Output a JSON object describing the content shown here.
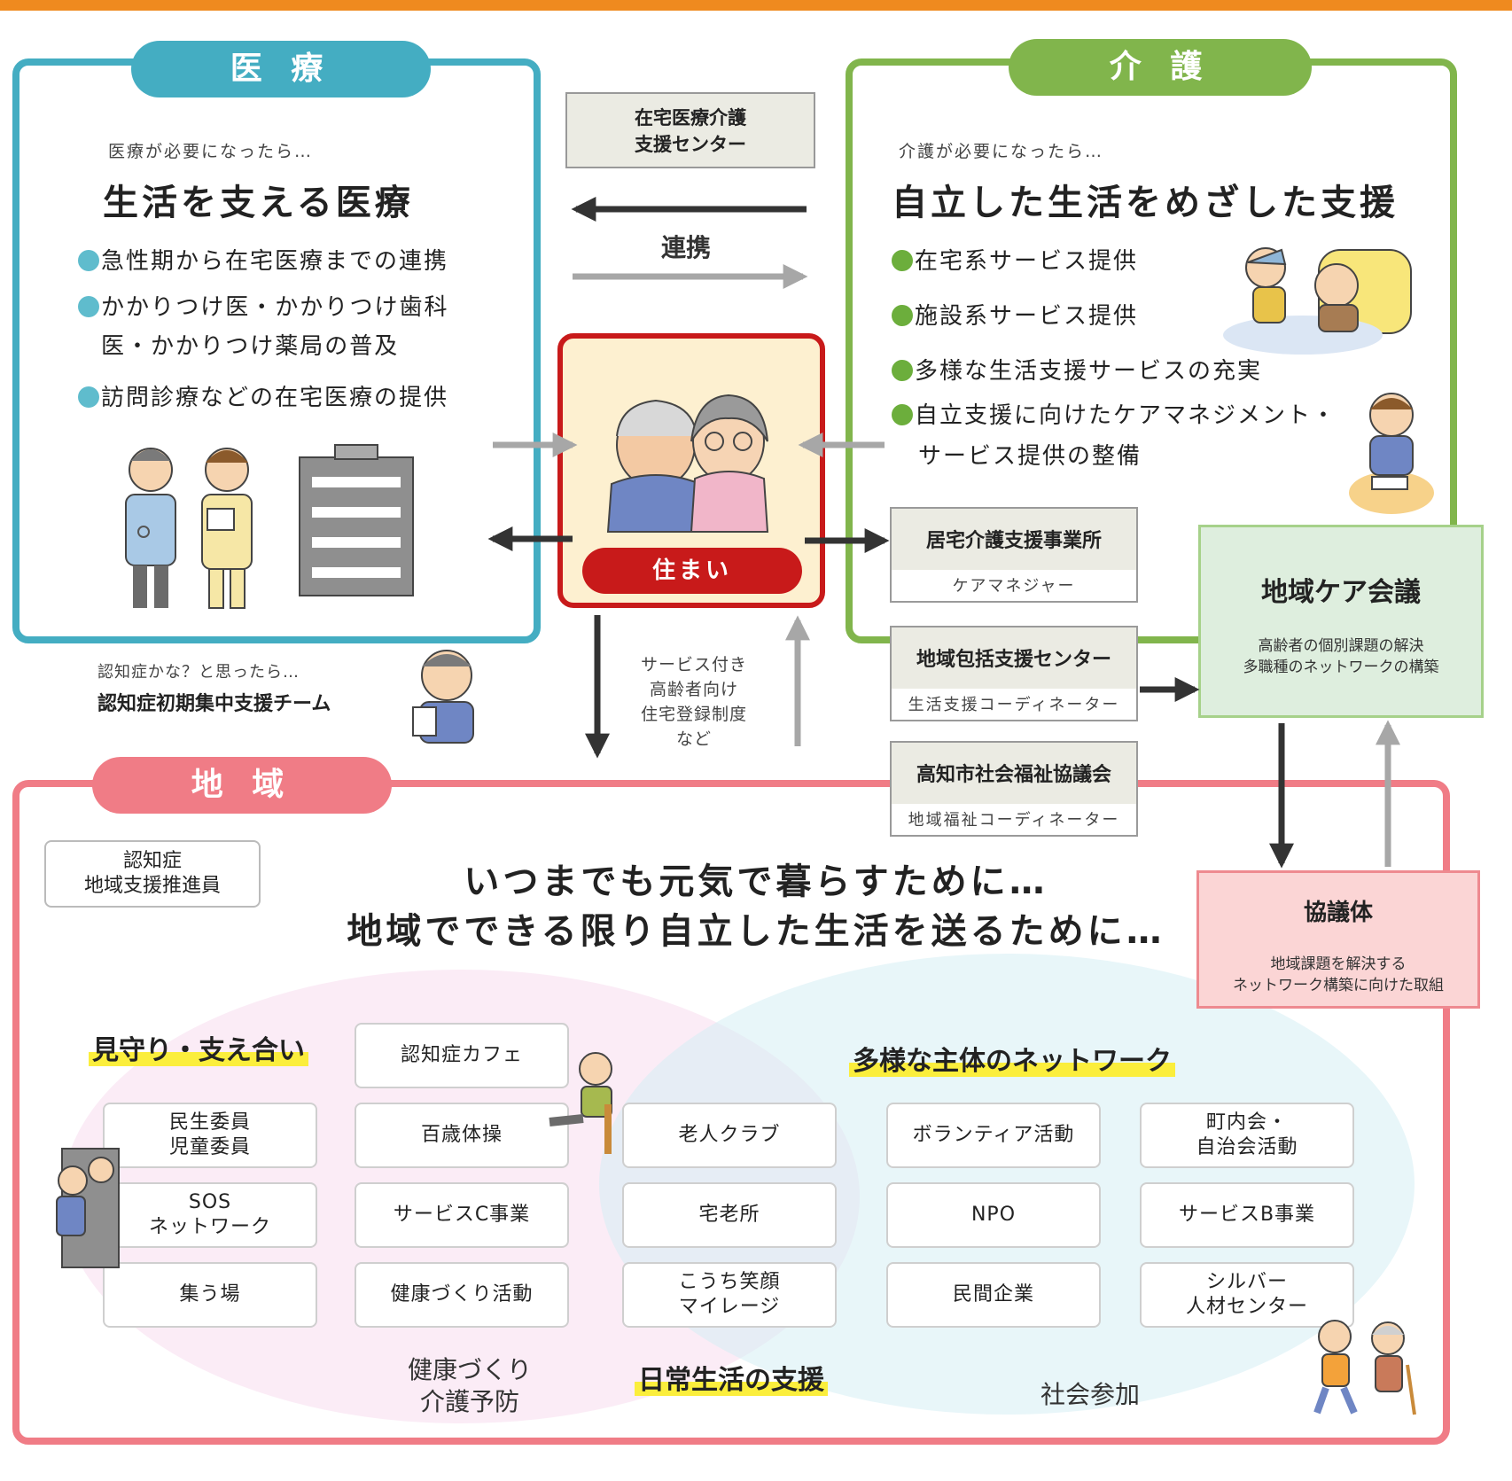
{
  "colors": {
    "medical": "#44adc2",
    "care": "#81b54c",
    "community": "#f07c86",
    "housing": "#c81a1a",
    "highlight": "#fbee3c"
  },
  "medical": {
    "tag": "医 療",
    "lead": "医療が必要になったら…",
    "headline": "生活を支える医療",
    "bullets": [
      "急性期から在宅医療までの連携",
      "かかりつけ医・かかりつけ歯科",
      "訪問診療などの在宅医療の提供"
    ],
    "bullet2_cont": "医・かかりつけ薬局の普及"
  },
  "care": {
    "tag": "介 護",
    "lead": "介護が必要になったら…",
    "headline": "自立した生活をめざした支援",
    "bullets": [
      "在宅系サービス提供",
      "施設系サービス提供",
      "多様な生活支援サービスの充実",
      "自立支援に向けたケアマネジメント・"
    ],
    "bullet4_cont": "サービス提供の整備"
  },
  "center": {
    "line1": "在宅医療介護",
    "line2": "支援センター",
    "link": "連携"
  },
  "housing": {
    "label": "住まい"
  },
  "services_note": [
    "サービス付き",
    "高齢者向け",
    "住宅登録制度",
    "など"
  ],
  "dementia": {
    "lead": "認知症かな？と思ったら…",
    "team": "認知症初期集中支援チーム"
  },
  "orgs": [
    {
      "title": "居宅介護支援事業所",
      "sub": "ケアマネジャー"
    },
    {
      "title": "地域包括支援センター",
      "sub": "生活支援コーディネーター"
    },
    {
      "title": "高知市社会福祉協議会",
      "sub": "地域福祉コーディネーター"
    }
  ],
  "meeting": {
    "title": "地域ケア会議",
    "line1": "高齢者の個別課題の解決",
    "line2": "多職種のネットワークの構築"
  },
  "council": {
    "title": "協議体",
    "line1": "地域課題を解決する",
    "line2": "ネットワーク構築に向けた取組"
  },
  "community": {
    "tag": "地 域",
    "promoter": [
      "認知症",
      "地域支援推進員"
    ],
    "slogan1": "いつまでも元気で暮らすために…",
    "slogan2": "地域でできる限り自立した生活を送るために…",
    "watch_label": "見守り・支え合い",
    "network_label": "多様な主体のネットワーク",
    "daily_label": "日常生活の支援",
    "health_label": [
      "健康づくり",
      "介護予防"
    ],
    "social_label": "社会参加",
    "activities": [
      [
        "認知症カフェ"
      ],
      [
        "民生委員",
        "児童委員"
      ],
      [
        "百歳体操"
      ],
      [
        "老人クラブ"
      ],
      [
        "ボランティア活動"
      ],
      [
        "町内会・",
        "自治会活動"
      ],
      [
        "SOS",
        "ネットワーク"
      ],
      [
        "サービスC事業"
      ],
      [
        "宅老所"
      ],
      [
        "NPO"
      ],
      [
        "サービスB事業"
      ],
      [
        "集う場"
      ],
      [
        "健康づくり活動"
      ],
      [
        "こうち笑顔",
        "マイレージ"
      ],
      [
        "民間企業"
      ],
      [
        "シルバー",
        "人材センター"
      ]
    ]
  }
}
